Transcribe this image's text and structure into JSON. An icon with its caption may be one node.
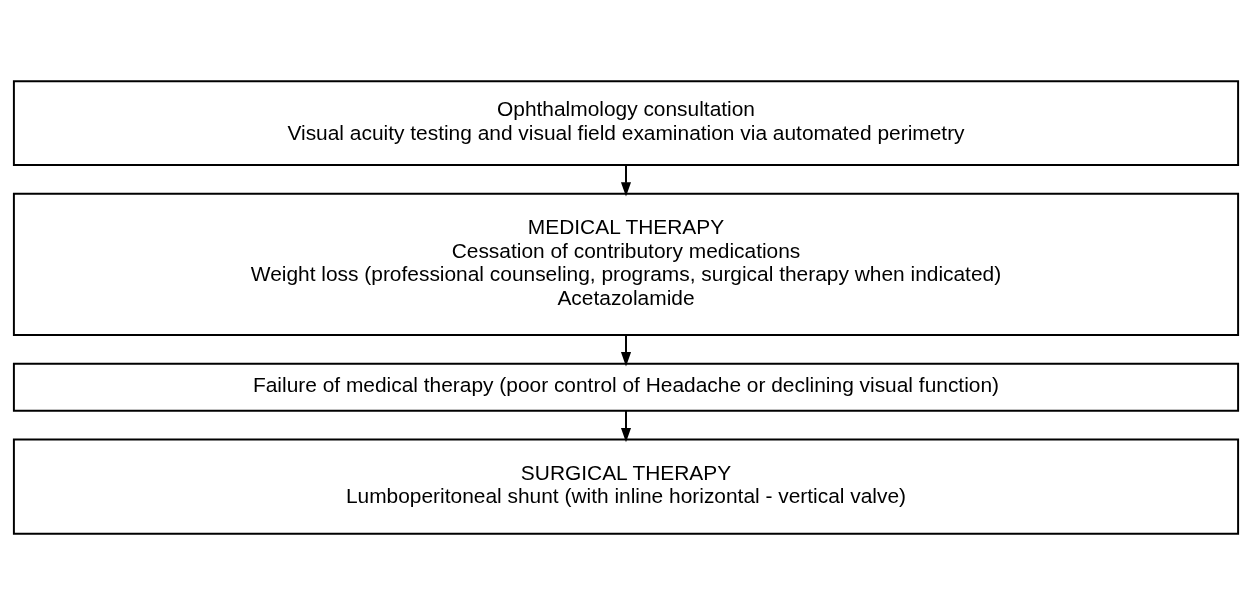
{
  "diagram": {
    "nodes": [
      {
        "text": [
          "Ophthalmology consultation",
          "Visual acuity testing and visual field examination via automated perimetry"
        ]
      },
      {
        "text": [
          "MEDICAL THERAPY",
          "Cessation of contributory medications",
          "Weight loss (professional counseling, programs, surgical therapy when indicated)",
          "Acetazolamide"
        ]
      },
      {
        "text": [
          "Failure of medical therapy (poor control of Headache or declining visual function)"
        ]
      },
      {
        "text": [
          "SURGICAL THERAPY",
          "Lumboperitoneal shunt (with inline horizontal - vertical valve)"
        ]
      }
    ],
    "edges": [
      {
        "from": 0,
        "to": 1,
        "arrow": "to"
      },
      {
        "from": 1,
        "to": 2,
        "arrow": "to"
      },
      {
        "from": 2,
        "to": 3,
        "arrow": "to"
      }
    ]
  }
}
